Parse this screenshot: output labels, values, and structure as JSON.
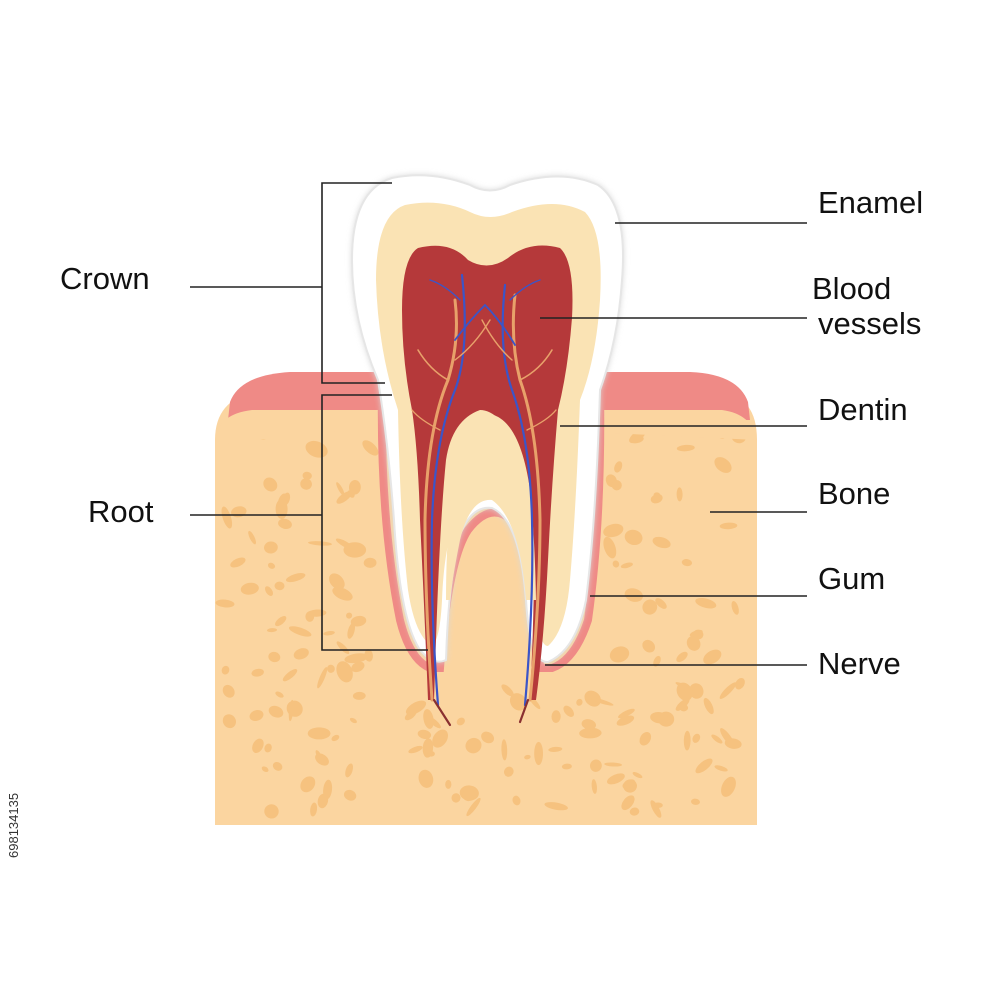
{
  "labels": {
    "crown": "Crown",
    "root": "Root",
    "enamel": "Enamel",
    "blood_vessels_line1": "Blood",
    "blood_vessels_line2": "vessels",
    "dentin": "Dentin",
    "bone": "Bone",
    "gum": "Gum",
    "nerve": "Nerve"
  },
  "stock_id": "698134135",
  "colors": {
    "bone": "#fbd5a0",
    "bone_spots": "#f6c27f",
    "gum": "#ef8a86",
    "enamel": "#ffffff",
    "dentin": "#fae3b4",
    "pulp": "#b5393a",
    "nerve": "#e8a16a",
    "vessel_blue": "#3b55c8",
    "line": "#222222"
  }
}
